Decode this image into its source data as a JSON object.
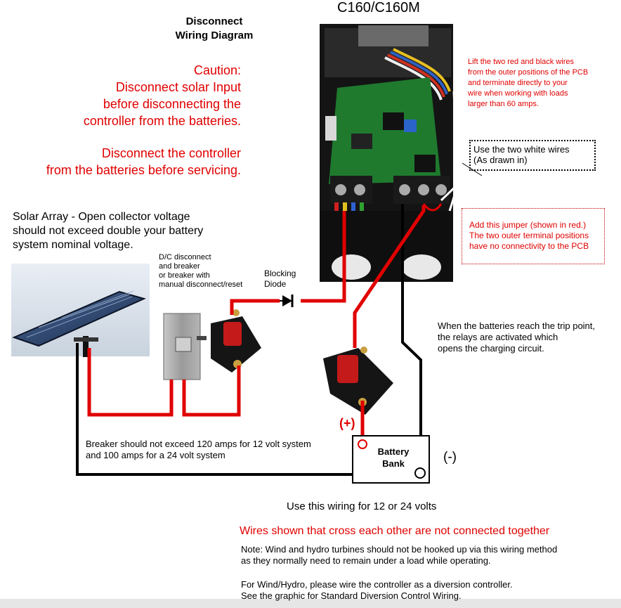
{
  "controller_model": "C160/C160M",
  "title_line1": "Disconnect",
  "title_line2": "Wiring Diagram",
  "caution": {
    "line1": "Caution:",
    "line2": "Disconnect solar Input",
    "line3": "before disconnecting the",
    "line4": "controller from the batteries.",
    "line5": "Disconnect the controller",
    "line6": "from the batteries before servicing."
  },
  "solar_array": {
    "line1": "Solar Array - Open collector voltage",
    "line2": "should not exceed double your battery",
    "line3": "system nominal voltage."
  },
  "dc_disconnect": {
    "line1": "D/C disconnect",
    "line2": "and breaker",
    "line3": "or breaker with",
    "line4": "manual disconnect/reset"
  },
  "blocking_diode": {
    "line1": "Blocking",
    "line2": "Diode"
  },
  "lift_wires_note": {
    "line1": "Lift the two red and black wires",
    "line2": "from the outer positions of the PCB",
    "line3": "and terminate directly to your",
    "line4": "wire when working with loads",
    "line5": "larger than 60 amps."
  },
  "white_wires_note": {
    "line1": "Use the two white wires",
    "line2": "(As drawn in)"
  },
  "jumper_note": {
    "line1": "Add this jumper (shown in red.)",
    "line2": "The two outer terminal positions",
    "line3": "have no connectivity to the PCB"
  },
  "trip_point_note": {
    "line1": "When the batteries reach the trip point,",
    "line2": "the relays are activated which",
    "line3": "opens the charging circuit."
  },
  "positive_label": "(+)",
  "negative_label": "(-)",
  "battery": {
    "line1": "Battery",
    "line2": "Bank"
  },
  "breaker_note": {
    "line1": "Breaker should not exceed 120 amps for 12 volt system",
    "line2": "and 100 amps for a 24 volt system"
  },
  "use_wiring": "Use this wiring for 12 or 24 volts",
  "crossing_wires": "Wires shown that cross each other are not connected together",
  "wind_note": {
    "line1": "Note: Wind and hydro turbines should not be hooked up via this wiring method",
    "line2": "as they normally need to remain under a load while operating."
  },
  "diversion_note": {
    "line1": "For Wind/Hydro, please wire the controller as a diversion controller.",
    "line2": "See the graphic for Standard Diversion Control Wiring."
  },
  "colors": {
    "wire_positive": "#e00000",
    "wire_negative": "#000000",
    "pcb_green": "#1f7a2e"
  }
}
